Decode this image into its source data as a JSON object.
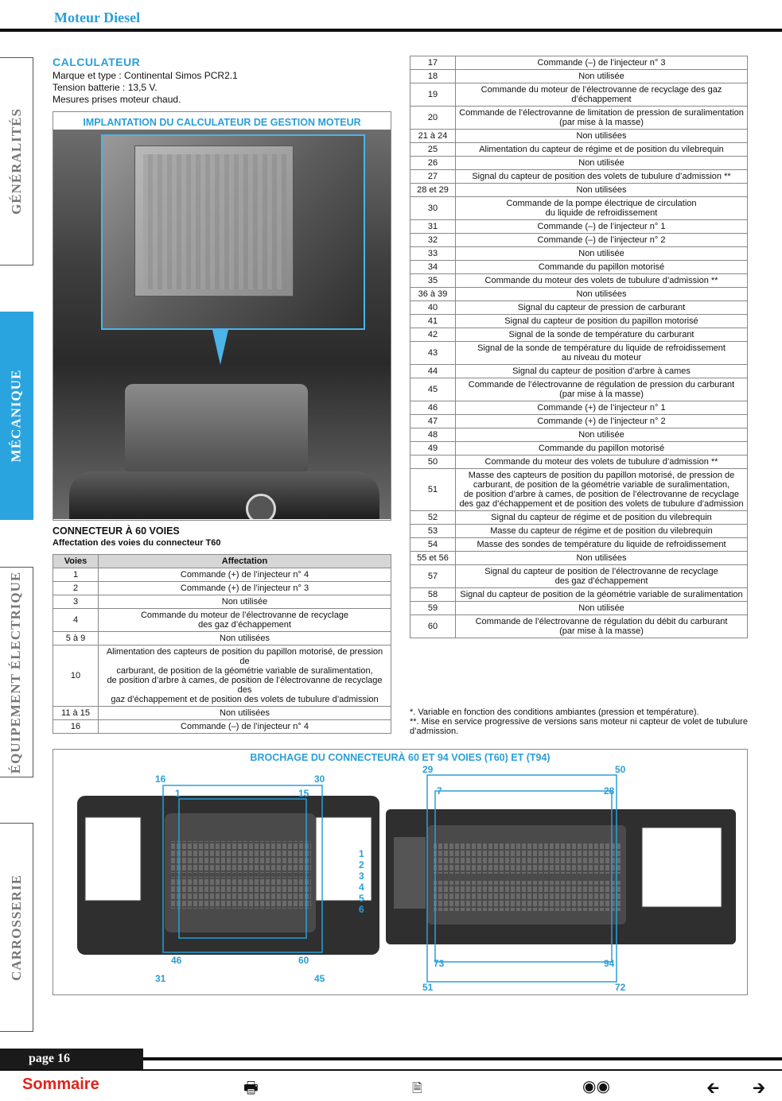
{
  "header": {
    "title": "Moteur Diesel"
  },
  "side_tabs": [
    {
      "label": "GÉNÉRALITÉS",
      "active": false
    },
    {
      "label": "MÉCANIQUE",
      "active": true
    },
    {
      "label": "ÉQUIPEMENT ÉLECTRIQUE",
      "active": false
    },
    {
      "label": "CARROSSERIE",
      "active": false
    }
  ],
  "section": {
    "title": "CALCULATEUR",
    "lines": [
      "Marque et type : Continental Simos PCR2.1",
      "Tension batterie : 13,5 V.",
      "Mesures prises moteur chaud."
    ]
  },
  "figure1": {
    "title": "IMPLANTATION DU CALCULATEUR DE GESTION MOTEUR"
  },
  "connector": {
    "title": "CONNECTEUR À 60 VOIES",
    "subtitle": "Affectation des voies du connecteur T60"
  },
  "table_headers": {
    "voies": "Voies",
    "affectation": "Affectation"
  },
  "table_left": [
    {
      "v": "1",
      "a": "Commande (+) de l’injecteur n° 4"
    },
    {
      "v": "2",
      "a": "Commande (+) de l’injecteur n° 3"
    },
    {
      "v": "3",
      "a": "Non utilisée"
    },
    {
      "v": "4",
      "a": "Commande du moteur de l’électrovanne de recyclage\ndes gaz d’échappement"
    },
    {
      "v": "5 à 9",
      "a": "Non utilisées"
    },
    {
      "v": "10",
      "a": "Alimentation des capteurs de position du papillon motorisé, de pression de\ncarburant, de position de la géométrie variable de suralimentation,\nde position d’arbre à cames, de position de l’électrovanne de recyclage des\ngaz d’échappement et de position des volets de tubulure d’admission"
    },
    {
      "v": "11 à 15",
      "a": "Non utilisées"
    },
    {
      "v": "16",
      "a": "Commande (–) de l’injecteur n° 4"
    }
  ],
  "table_right": [
    {
      "v": "17",
      "a": "Commande (–) de l’injecteur n° 3"
    },
    {
      "v": "18",
      "a": "Non utilisée"
    },
    {
      "v": "19",
      "a": "Commande du moteur de l’électrovanne de recyclage des gaz\nd’échappement"
    },
    {
      "v": "20",
      "a": "Commande de l’électrovanne de limitation de pression de suralimentation\n(par mise à la masse)"
    },
    {
      "v": "21 à 24",
      "a": "Non utilisées"
    },
    {
      "v": "25",
      "a": "Alimentation du capteur de régime et de position du vilebrequin"
    },
    {
      "v": "26",
      "a": "Non utilisée"
    },
    {
      "v": "27",
      "a": "Signal du capteur de position des volets de tubulure d’admission **"
    },
    {
      "v": "28 et 29",
      "a": "Non utilisées"
    },
    {
      "v": "30",
      "a": "Commande de la pompe électrique de circulation\ndu liquide de refroidissement"
    },
    {
      "v": "31",
      "a": "Commande (–) de l’injecteur n° 1"
    },
    {
      "v": "32",
      "a": "Commande (–) de l’injecteur n° 2"
    },
    {
      "v": "33",
      "a": "Non utilisée"
    },
    {
      "v": "34",
      "a": "Commande du papillon motorisé"
    },
    {
      "v": "35",
      "a": "Commande du moteur des volets de tubulure d’admission **"
    },
    {
      "v": "36 à 39",
      "a": "Non utilisées"
    },
    {
      "v": "40",
      "a": "Signal du capteur de pression de carburant"
    },
    {
      "v": "41",
      "a": "Signal du capteur de position du papillon motorisé"
    },
    {
      "v": "42",
      "a": "Signal de la sonde de température du carburant"
    },
    {
      "v": "43",
      "a": "Signal de la sonde de température du liquide de refroidissement\nau niveau du moteur"
    },
    {
      "v": "44",
      "a": "Signal du capteur de position d’arbre à cames"
    },
    {
      "v": "45",
      "a": "Commande de l’électrovanne de régulation de pression du carburant\n(par mise à la masse)"
    },
    {
      "v": "46",
      "a": "Commande (+) de l’injecteur n° 1"
    },
    {
      "v": "47",
      "a": "Commande (+) de l’injecteur n° 2"
    },
    {
      "v": "48",
      "a": "Non utilisée"
    },
    {
      "v": "49",
      "a": "Commande du papillon motorisé"
    },
    {
      "v": "50",
      "a": "Commande du moteur des volets de tubulure d’admission **"
    },
    {
      "v": "51",
      "a": "Masse des capteurs de position du papillon motorisé, de pression de\ncarburant, de position de la géométrie variable de suralimentation,\nde position d’arbre à cames, de position de l’électrovanne de recyclage\ndes gaz d’échappement et de position des volets de tubulure d’admission"
    },
    {
      "v": "52",
      "a": "Signal du capteur de régime et de position du vilebrequin"
    },
    {
      "v": "53",
      "a": "Masse du capteur de régime et de position du vilebrequin"
    },
    {
      "v": "54",
      "a": "Masse des sondes de température du liquide de refroidissement"
    },
    {
      "v": "55 et 56",
      "a": "Non utilisées"
    },
    {
      "v": "57",
      "a": "Signal du capteur de position de l’électrovanne de recyclage\ndes gaz d’échappement"
    },
    {
      "v": "58",
      "a": "Signal du capteur de position de la géométrie variable de suralimentation"
    },
    {
      "v": "59",
      "a": "Non utilisée"
    },
    {
      "v": "60",
      "a": "Commande de l’électrovanne de régulation du débit du carburant\n(par mise à la masse)"
    }
  ],
  "footnotes": [
    "*. Variable en fonction des conditions ambiantes (pression et température).",
    "**. Mise en service progressive de versions sans moteur ni capteur de volet de tubulure d’admission."
  ],
  "figure2": {
    "title": "BROCHAGE DU CONNECTEURÀ 60 ET 94 VOIES (T60) ET (T94)",
    "t60_labels": {
      "tl_out": "16",
      "tr_out": "30",
      "tl_in": "1",
      "tr_in": "15",
      "bl_in": "46",
      "br_in": "60",
      "bl_out": "31",
      "br_out": "45"
    },
    "t94_labels": {
      "tl_out": "29",
      "tr_out": "50",
      "tl_in": "7",
      "tr_in": "28",
      "bl_in": "73",
      "br_in": "94",
      "bl_out": "51",
      "br_out": "72",
      "side": [
        "1",
        "2",
        "3",
        "4",
        "5",
        "6"
      ]
    }
  },
  "footer": {
    "page": "page 16",
    "sommaire": "Sommaire",
    "print_icon": "printer-icon",
    "zoom_icon": "page-zoom-icon",
    "search_icon": "binoculars-icon",
    "prev_icon": "arrow-left-icon",
    "next_icon": "arrow-right-icon"
  }
}
